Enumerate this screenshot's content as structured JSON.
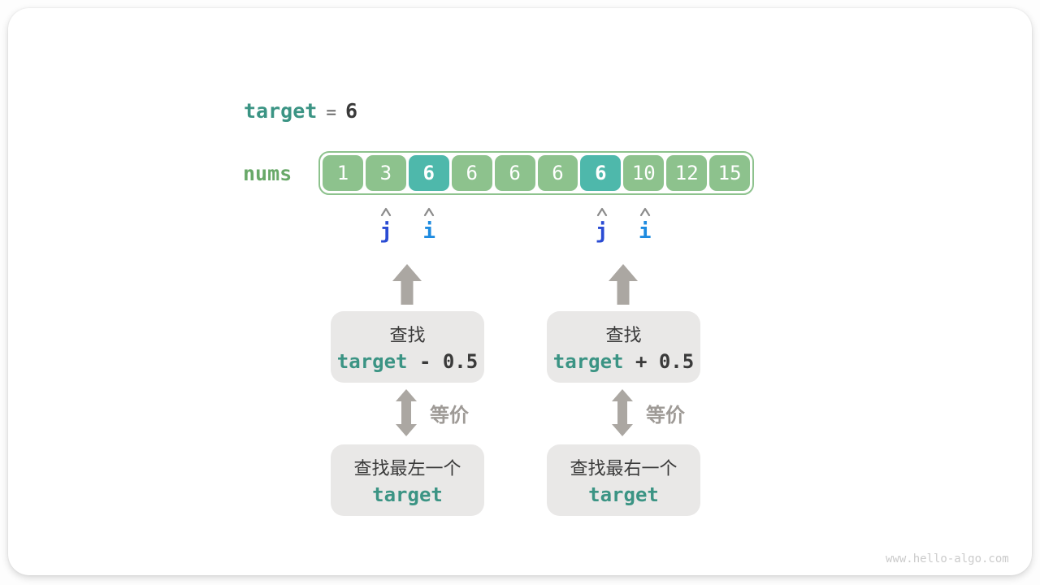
{
  "assignment": {
    "var": "target",
    "eq": "=",
    "value": "6"
  },
  "array": {
    "label": "nums",
    "cells": [
      {
        "value": "1",
        "highlight": false
      },
      {
        "value": "3",
        "highlight": false
      },
      {
        "value": "6",
        "highlight": true
      },
      {
        "value": "6",
        "highlight": false
      },
      {
        "value": "6",
        "highlight": false
      },
      {
        "value": "6",
        "highlight": false
      },
      {
        "value": "6",
        "highlight": true
      },
      {
        "value": "10",
        "highlight": false
      },
      {
        "value": "12",
        "highlight": false
      },
      {
        "value": "15",
        "highlight": false
      }
    ]
  },
  "pointers": [
    {
      "label": "j",
      "cell_index": 1,
      "color": "#2a4bd3"
    },
    {
      "label": "i",
      "cell_index": 2,
      "color": "#1e8be0"
    },
    {
      "label": "j",
      "cell_index": 6,
      "color": "#2a4bd3"
    },
    {
      "label": "i",
      "cell_index": 7,
      "color": "#1e8be0"
    }
  ],
  "branches": [
    {
      "search_title": "查找",
      "expr": {
        "var": "target",
        "rest": "- 0.5"
      },
      "equiv_label": "等价",
      "bottom_title": "查找最左一个",
      "bottom_var": "target"
    },
    {
      "search_title": "查找",
      "expr": {
        "var": "target",
        "rest": "+ 0.5"
      },
      "equiv_label": "等价",
      "bottom_title": "查找最右一个",
      "bottom_var": "target"
    }
  ],
  "watermark": "www.hello-algo.com",
  "colors": {
    "cell_green": "#8dc28d",
    "cell_teal": "#4eb8ab",
    "label_green": "#69a969",
    "code_teal": "#3b9484",
    "pointer_j_blue": "#2a4bd3",
    "pointer_i_blue": "#1e8be0",
    "arrow_gray": "#aba7a2",
    "box_gray": "#e9e8e7"
  }
}
